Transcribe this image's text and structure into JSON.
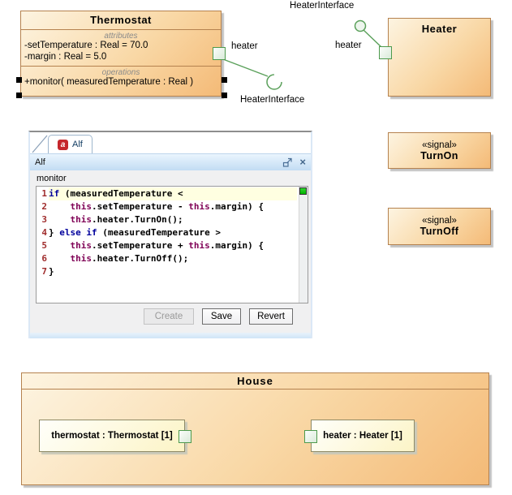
{
  "colors": {
    "box_border": "#b5824f",
    "box_fill_light": "#fdf4e1",
    "box_fill_dark": "#f4ba77",
    "port_green": "#4d9a4d",
    "connector_green": "#5aa05a",
    "keyword_blue": "#00009c",
    "this_purple": "#7f0055",
    "line_number_red": "#a02d2d",
    "annotation_green": "#00cc00"
  },
  "diagram": {
    "thermostat": {
      "title": "Thermostat",
      "attributes_label": "attributes",
      "attributes": [
        "-setTemperature : Real = 70.0",
        "-margin : Real = 5.0"
      ],
      "operations_label": "operations",
      "operations": [
        "+monitor( measuredTemperature : Real )"
      ],
      "port_label": "heater",
      "required_interface_label": "HeaterInterface"
    },
    "heater": {
      "title": "Heater",
      "port_label": "heater",
      "provided_interface_label": "HeaterInterface"
    },
    "signals": [
      {
        "stereotype": "«signal»",
        "name": "TurnOn"
      },
      {
        "stereotype": "«signal»",
        "name": "TurnOff"
      }
    ],
    "house": {
      "title": "House",
      "parts": [
        {
          "label": "thermostat : Thermostat [1]"
        },
        {
          "label": "heater : Heater [1]"
        }
      ]
    }
  },
  "alf_panel": {
    "tab_label": "Alf",
    "tab_icon_letter": "a",
    "view_title": "Alf",
    "close_icon": "×",
    "operation_label": "monitor",
    "code": {
      "lines": [
        [
          {
            "t": "k",
            "s": "if"
          },
          {
            "t": "p",
            "s": " (measuredTemperature <"
          }
        ],
        [
          {
            "t": "p",
            "s": "    "
          },
          {
            "t": "t",
            "s": "this"
          },
          {
            "t": "p",
            "s": ".setTemperature - "
          },
          {
            "t": "t",
            "s": "this"
          },
          {
            "t": "p",
            "s": ".margin) {"
          }
        ],
        [
          {
            "t": "p",
            "s": "    "
          },
          {
            "t": "t",
            "s": "this"
          },
          {
            "t": "p",
            "s": ".heater.TurnOn();"
          }
        ],
        [
          {
            "t": "p",
            "s": "} "
          },
          {
            "t": "k",
            "s": "else"
          },
          {
            "t": "p",
            "s": " "
          },
          {
            "t": "k",
            "s": "if"
          },
          {
            "t": "p",
            "s": " (measuredTemperature >"
          }
        ],
        [
          {
            "t": "p",
            "s": "    "
          },
          {
            "t": "t",
            "s": "this"
          },
          {
            "t": "p",
            "s": ".setTemperature + "
          },
          {
            "t": "t",
            "s": "this"
          },
          {
            "t": "p",
            "s": ".margin) {"
          }
        ],
        [
          {
            "t": "p",
            "s": "    "
          },
          {
            "t": "t",
            "s": "this"
          },
          {
            "t": "p",
            "s": ".heater.TurnOff();"
          }
        ],
        [
          {
            "t": "p",
            "s": "}"
          }
        ]
      ]
    },
    "buttons": [
      {
        "label": "Create",
        "enabled": false
      },
      {
        "label": "Save",
        "enabled": true
      },
      {
        "label": "Revert",
        "enabled": true
      }
    ]
  }
}
